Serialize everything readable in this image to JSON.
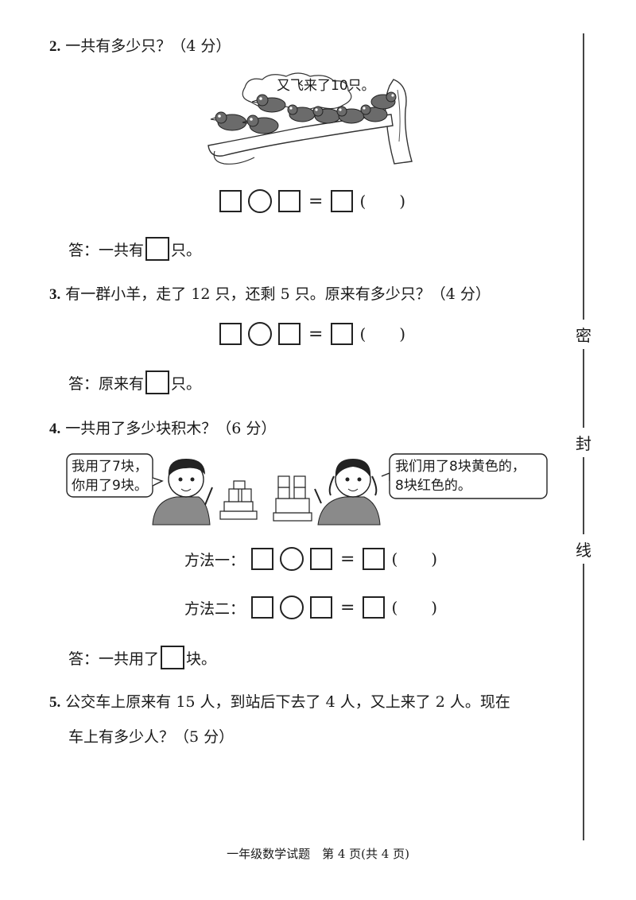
{
  "q2": {
    "number": "2.",
    "text": "一共有多少只？（4 分）",
    "speech": "又飞来了10只。",
    "answer_prefix": "答：一共有",
    "answer_suffix": "只。"
  },
  "q3": {
    "number": "3.",
    "text": "有一群小羊，走了 12 只，还剩 5 只。原来有多少只？（4 分）",
    "answer_prefix": "答：原来有",
    "answer_suffix": "只。"
  },
  "q4": {
    "number": "4.",
    "text": "一共用了多少块积木？（6 分）",
    "boy_speech_line1": "我用了7块，",
    "boy_speech_line2": "你用了9块。",
    "girl_speech_line1": "我们用了8块黄色的，",
    "girl_speech_line2": "8块红色的。",
    "method1_label": "方法一：",
    "method2_label": "方法二：",
    "answer_prefix": "答：一共用了",
    "answer_suffix": "块。"
  },
  "q5": {
    "number": "5.",
    "text_line1": "公交车上原来有 15 人，到站后下去了 4 人，又上来了 2 人。现在",
    "text_line2": "车上有多少人？（5 分）"
  },
  "equation": {
    "equals": "=",
    "paren_open": "(",
    "paren_close": ")"
  },
  "seal_line": {
    "char1": "密",
    "char2": "封",
    "char3": "线"
  },
  "footer": {
    "text": "一年级数学试题　第 4 页(共 4 页)"
  }
}
